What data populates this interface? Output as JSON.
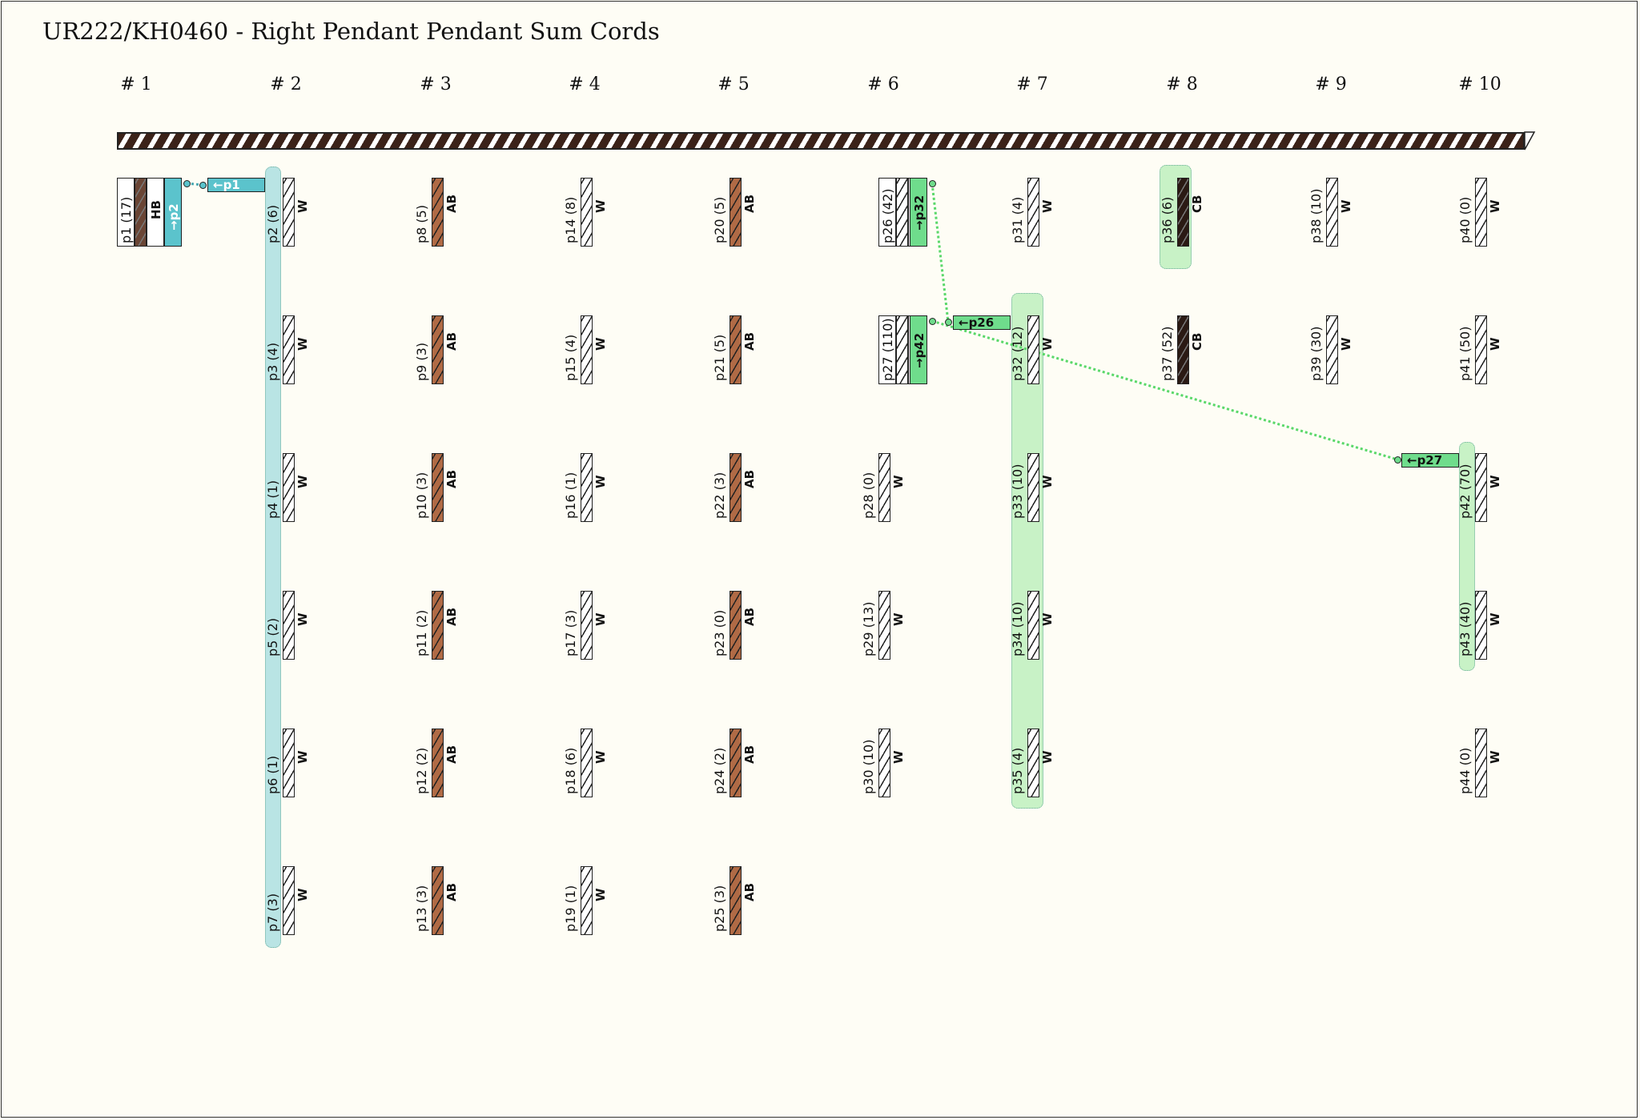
{
  "title": "UR222/KH0460 - Right Pendant Pendant Sum Cords",
  "groups": [
    "# 1",
    "# 2",
    "# 3",
    "# 4",
    "# 5",
    "# 6",
    "# 7",
    "# 8",
    "# 9",
    "# 10"
  ],
  "colors": {
    "background": "#fefdf5",
    "W": "#ffffff",
    "AB": "#b06a45",
    "CB": "#2b1a14",
    "HB": "#6a4535",
    "blue_sum": "#5bc3cc",
    "green_sum": "#6fdc8c",
    "blue_band": "#b9e4e4",
    "green_band": "#c8f2c6"
  },
  "cords": [
    {
      "label": "p1 (17)",
      "color": "HB"
    },
    {
      "label": "p2 (6)",
      "color": "W"
    },
    {
      "label": "p3 (4)",
      "color": "W"
    },
    {
      "label": "p4 (1)",
      "color": "W"
    },
    {
      "label": "p5 (2)",
      "color": "W"
    },
    {
      "label": "p6 (1)",
      "color": "W"
    },
    {
      "label": "p7 (3)",
      "color": "W"
    },
    {
      "label": "p8 (5)",
      "color": "AB"
    },
    {
      "label": "p9 (3)",
      "color": "AB"
    },
    {
      "label": "p10 (3)",
      "color": "AB"
    },
    {
      "label": "p11 (2)",
      "color": "AB"
    },
    {
      "label": "p12 (2)",
      "color": "AB"
    },
    {
      "label": "p13 (3)",
      "color": "AB"
    },
    {
      "label": "p14 (8)",
      "color": "W"
    },
    {
      "label": "p15 (4)",
      "color": "W"
    },
    {
      "label": "p16 (1)",
      "color": "W"
    },
    {
      "label": "p17 (3)",
      "color": "W"
    },
    {
      "label": "p18 (6)",
      "color": "W"
    },
    {
      "label": "p19 (1)",
      "color": "W"
    },
    {
      "label": "p20 (5)",
      "color": "AB"
    },
    {
      "label": "p21 (5)",
      "color": "AB"
    },
    {
      "label": "p22 (3)",
      "color": "AB"
    },
    {
      "label": "p23 (0)",
      "color": "AB"
    },
    {
      "label": "p24 (2)",
      "color": "AB"
    },
    {
      "label": "p25 (3)",
      "color": "AB"
    },
    {
      "label": "p26 (42)",
      "color": "W"
    },
    {
      "label": "p27 (110)",
      "color": "W"
    },
    {
      "label": "p28 (0)",
      "color": "W"
    },
    {
      "label": "p29 (13)",
      "color": "W"
    },
    {
      "label": "p30 (10)",
      "color": "W"
    },
    {
      "label": "p31 (4)",
      "color": "W"
    },
    {
      "label": "p32 (12)",
      "color": "W"
    },
    {
      "label": "p33 (10)",
      "color": "W"
    },
    {
      "label": "p34 (10)",
      "color": "W"
    },
    {
      "label": "p35 (4)",
      "color": "W"
    },
    {
      "label": "p36 (6)",
      "color": "CB"
    },
    {
      "label": "p37 (52)",
      "color": "CB"
    },
    {
      "label": "p38 (10)",
      "color": "W"
    },
    {
      "label": "p39 (30)",
      "color": "W"
    },
    {
      "label": "p40 (0)",
      "color": "W"
    },
    {
      "label": "p41 (50)",
      "color": "W"
    },
    {
      "label": "p42 (70)",
      "color": "W"
    },
    {
      "label": "p43 (40)",
      "color": "W"
    },
    {
      "label": "p44 (0)",
      "color": "W"
    }
  ],
  "sum_labels": {
    "p1_to": "→p2",
    "p2_from": "←p1",
    "p26_to": "→p32",
    "p32_from": "←p26",
    "p27_to": "→p42",
    "p42_from": "←p27"
  }
}
